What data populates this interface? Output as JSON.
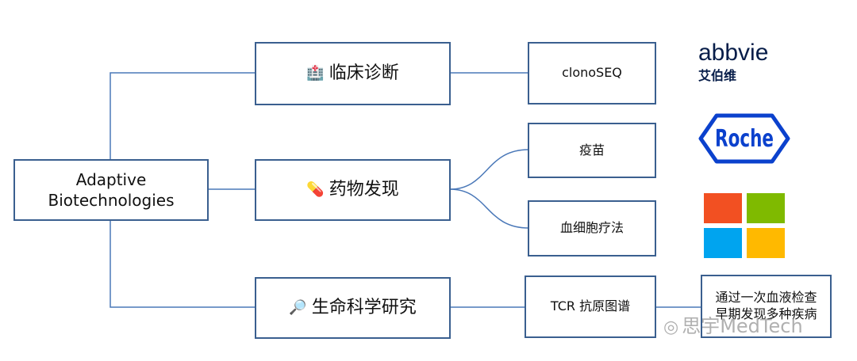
{
  "root": {
    "label_line1": "Adaptive",
    "label_line2": "Biotechnologies"
  },
  "branches": [
    {
      "icon": "hospital-icon",
      "glyph": "🏥",
      "label": "临床诊断"
    },
    {
      "icon": "pill-icon",
      "glyph": "💊",
      "label": "药物发现"
    },
    {
      "icon": "magnifier-icon",
      "glyph": "🔎",
      "label": "生命科学研究"
    }
  ],
  "leaves": {
    "clonoseq": "clonoSEQ",
    "vaccine": "疫苗",
    "cell_therapy": "血细胞疗法",
    "tcr": "TCR 抗原图谱",
    "note_line1": "通过一次血液检查",
    "note_line2": "早期发现多种疾病"
  },
  "logos": {
    "abbvie": {
      "en": "abbvie",
      "cn": "艾伯维",
      "color": "#071d49"
    },
    "roche": {
      "text": "Roche",
      "color": "#0b41cd"
    },
    "microsoft": {
      "colors": [
        "#f25022",
        "#7fba00",
        "#00a4ef",
        "#ffb900"
      ]
    }
  },
  "watermark": "思宇MedTech",
  "colors": {
    "line": "#4a78b8",
    "border": "#3a5f8f"
  }
}
